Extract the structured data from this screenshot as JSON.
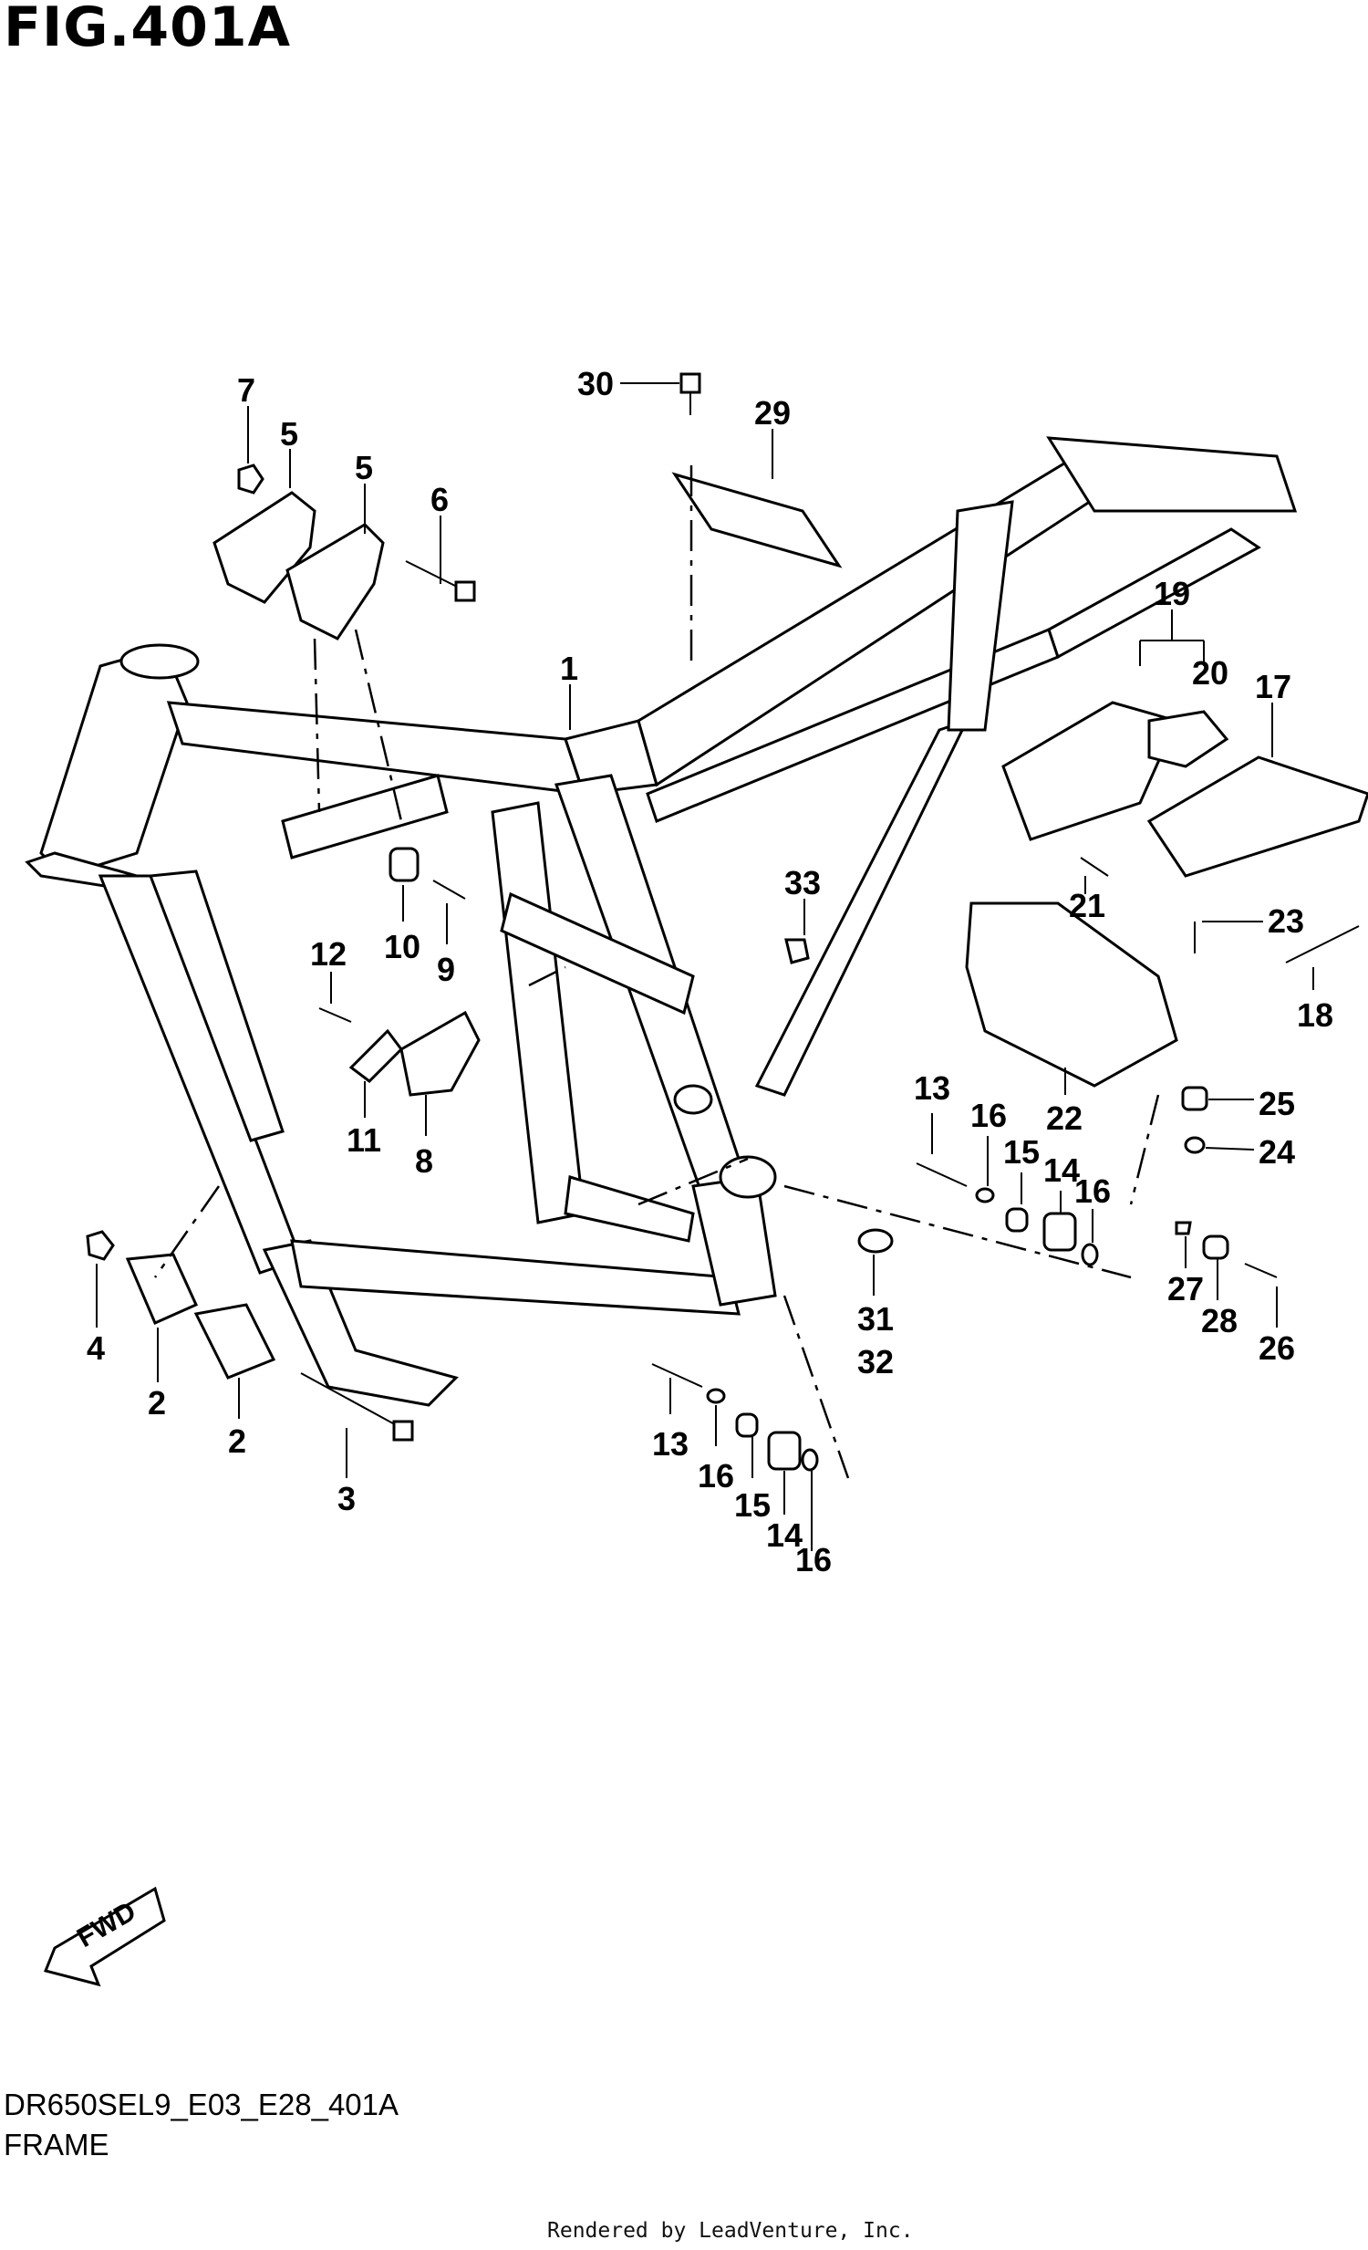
{
  "figure_title": "FIG.401A",
  "diagram_code": "DR650SEL9_E03_E28_401A",
  "section_name": "FRAME",
  "credit": "Rendered by LeadVenture, Inc.",
  "fwd_label": "FWD",
  "callouts": [
    "7",
    "5",
    "5",
    "6",
    "30",
    "29",
    "1",
    "19",
    "20",
    "17",
    "33",
    "12",
    "10",
    "9",
    "21",
    "23",
    "18",
    "11",
    "8",
    "13",
    "16",
    "15",
    "14",
    "16",
    "22",
    "25",
    "24",
    "4",
    "2",
    "2",
    "3",
    "31",
    "32",
    "13",
    "16",
    "15",
    "14",
    "16",
    "27",
    "28",
    "26"
  ]
}
